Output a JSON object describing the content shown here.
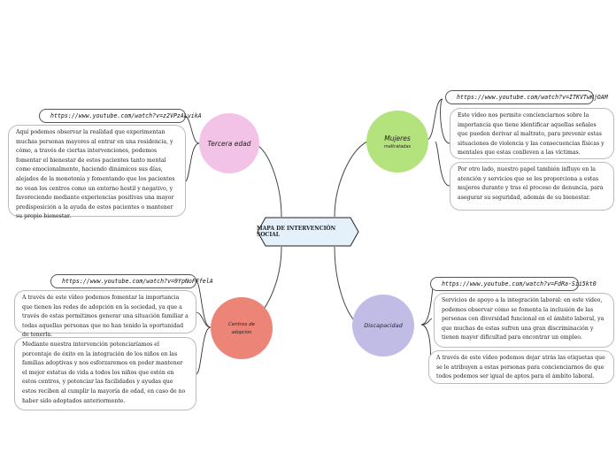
{
  "center": {
    "title": "MAPA DE INTERVENCIÓN SOCIAL"
  },
  "branches": {
    "tercera_edad": {
      "label": "Tercera edad",
      "color": "#f2c3e6",
      "url": "https://www.youtube.com/watch?v=z2VPzALvikA",
      "notes": [
        "Aquí podemos observar la realidad que experimentan muchas personas mayores al entrar en una residencia, y cómo, a través de ciertas intervenciones, podemos fomentar el bienestar de estos pacientes tanto mental como emocionalmente, haciendo dinámicos sus días, alejados de la monotonía y fomentando que los pacientes no vean los centros como un entorno hostil y negativo, y favoreciendo mediante experiencias positivas una mayor predisposición a la ayuda de estos pacientes o mantener su propio bienestar."
      ]
    },
    "mujeres": {
      "label": "Mujeres",
      "sublabel": "maltratadas",
      "color": "#b4e27c",
      "url": "https://www.youtube.com/watch?v=ITKVTwKjOAM",
      "notes": [
        "Este vídeo nos permite concienciarnos sobre la importancia que tiene identificar aquellas señales que pueden derivar al maltrato, para prevenir estas situaciones de violencia y las consecuencias físicas y mentales que estas conlleven a las víctimas.",
        "Por otro lado, nuestro papel también influye en la atención y servicios que se les proporciona a estas mujeres durante y tras el proceso de denuncia, para asegurar su seguridad, además de su bienestar."
      ]
    },
    "centros": {
      "label": "Centros de",
      "sublabel": "adopción",
      "color": "#ec8478",
      "url": "https://www.youtube.com/watch?v=9YpNoFFfelA",
      "notes": [
        "A través de este vídeo podemos fomentar la importancia que tienen las redes de adopción en la sociedad, ya que a través de estas permitimos generar una situación familiar a todas aquellas personas que no han tenido la oportunidad de tenerla.",
        "Mediante nuestra intervención potenciaríamos el porcentaje de éxito en la integración de los niños en las familias adoptivas y nos esforzaremos en poder mantener el mejor estatus de vida a todos los niños que estén en estos centros, y potenciar las facilidades y ayudas que estos reciben al cumplir la mayoría de edad, en caso de no haber sido adoptados anteriormente."
      ]
    },
    "discapacidad": {
      "label": "Discapacidad",
      "color": "#c1bce6",
      "url": "https://www.youtube.com/watch?v=FdRa-Sii5kt0",
      "notes": [
        "Servicios de apoyo a la integración laboral: en este vídeo, podemos observar cómo se fomenta la inclusión de las personas con diversidad funcional en el ámbito laboral, ya que muchas de estas sufren una gran discriminación y tienen mayor dificultad para encontrar un empleo.",
        "A través de este vídeo podemos dejar atrás las etiquetas que se le atribuyen a estas personas para concienciarnos de que todos podemos ser igual de aptos para el ámbito laboral."
      ]
    }
  }
}
